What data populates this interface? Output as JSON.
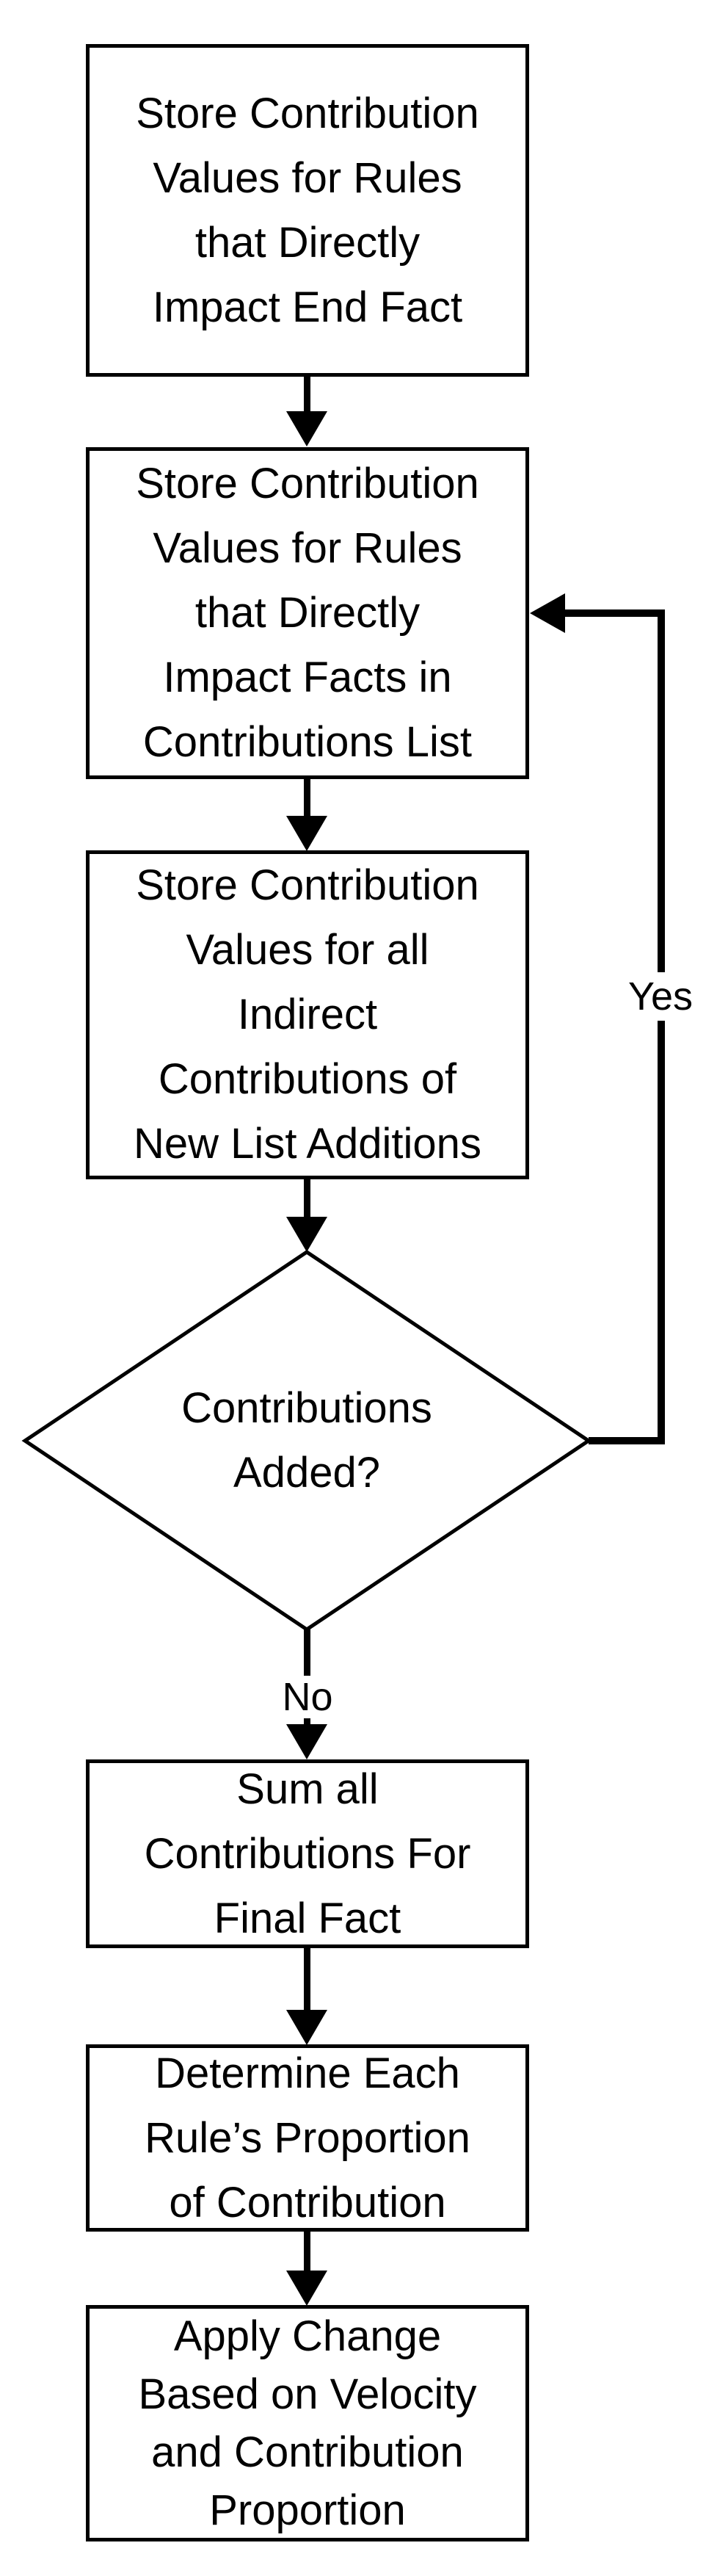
{
  "flowchart": {
    "nodes": [
      {
        "id": "store-direct-end-fact",
        "type": "process",
        "text": "Store Contribution\nValues for Rules\nthat Directly\nImpact End Fact"
      },
      {
        "id": "store-direct-facts-list",
        "type": "process",
        "text": "Store Contribution\nValues for Rules\nthat Directly\nImpact Facts in\nContributions List"
      },
      {
        "id": "store-indirect-additions",
        "type": "process",
        "text": "Store Contribution\nValues for all\nIndirect\nContributions of\nNew List Additions"
      },
      {
        "id": "contributions-added",
        "type": "decision",
        "text": "Contributions\nAdded?"
      },
      {
        "id": "sum-contributions",
        "type": "process",
        "text": "Sum all\nContributions For\nFinal Fact"
      },
      {
        "id": "determine-proportion",
        "type": "process",
        "text": "Determine Each\nRule’s Proportion\nof Contribution"
      },
      {
        "id": "apply-change",
        "type": "process",
        "text": "Apply Change\nBased on Velocity\nand Contribution\nProportion"
      }
    ],
    "edge_labels": {
      "yes": "Yes",
      "no": "No"
    },
    "colors": {
      "stroke": "#000000",
      "background": "#ffffff"
    }
  }
}
